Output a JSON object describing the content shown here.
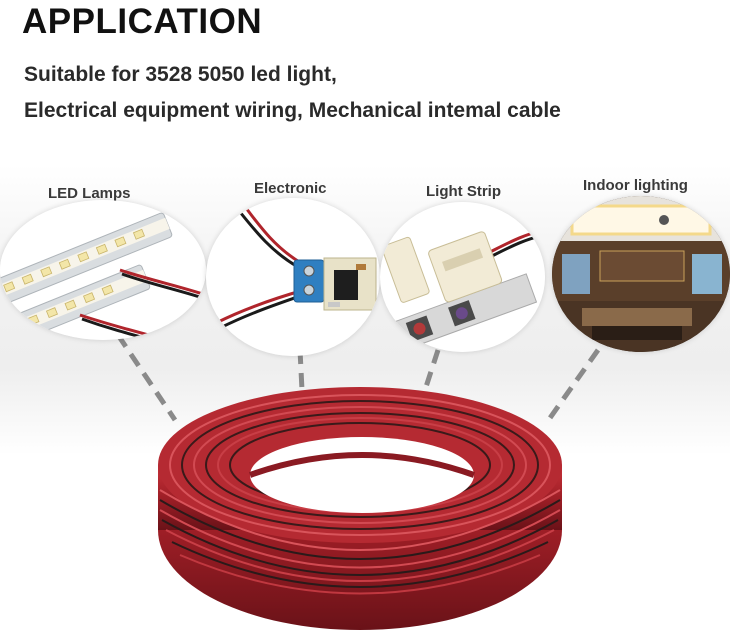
{
  "heading": "APPLICATION",
  "description": {
    "line1": "Suitable for 3528 5050 led light,",
    "line2": "Electrical equipment wiring, Mechanical intemal cable"
  },
  "applications": [
    {
      "label": "LED Lamps",
      "icon": "led-lamps-image"
    },
    {
      "label": "Electronic",
      "icon": "electronic-board-image"
    },
    {
      "label": "Light Strip",
      "icon": "light-strip-connector-image"
    },
    {
      "label": "Indoor lighting",
      "icon": "indoor-lighting-room-image"
    }
  ],
  "colors": {
    "cable_red": "#b0252c",
    "cable_black": "#1a1a1a",
    "dash_gray": "#8a8a8a"
  }
}
